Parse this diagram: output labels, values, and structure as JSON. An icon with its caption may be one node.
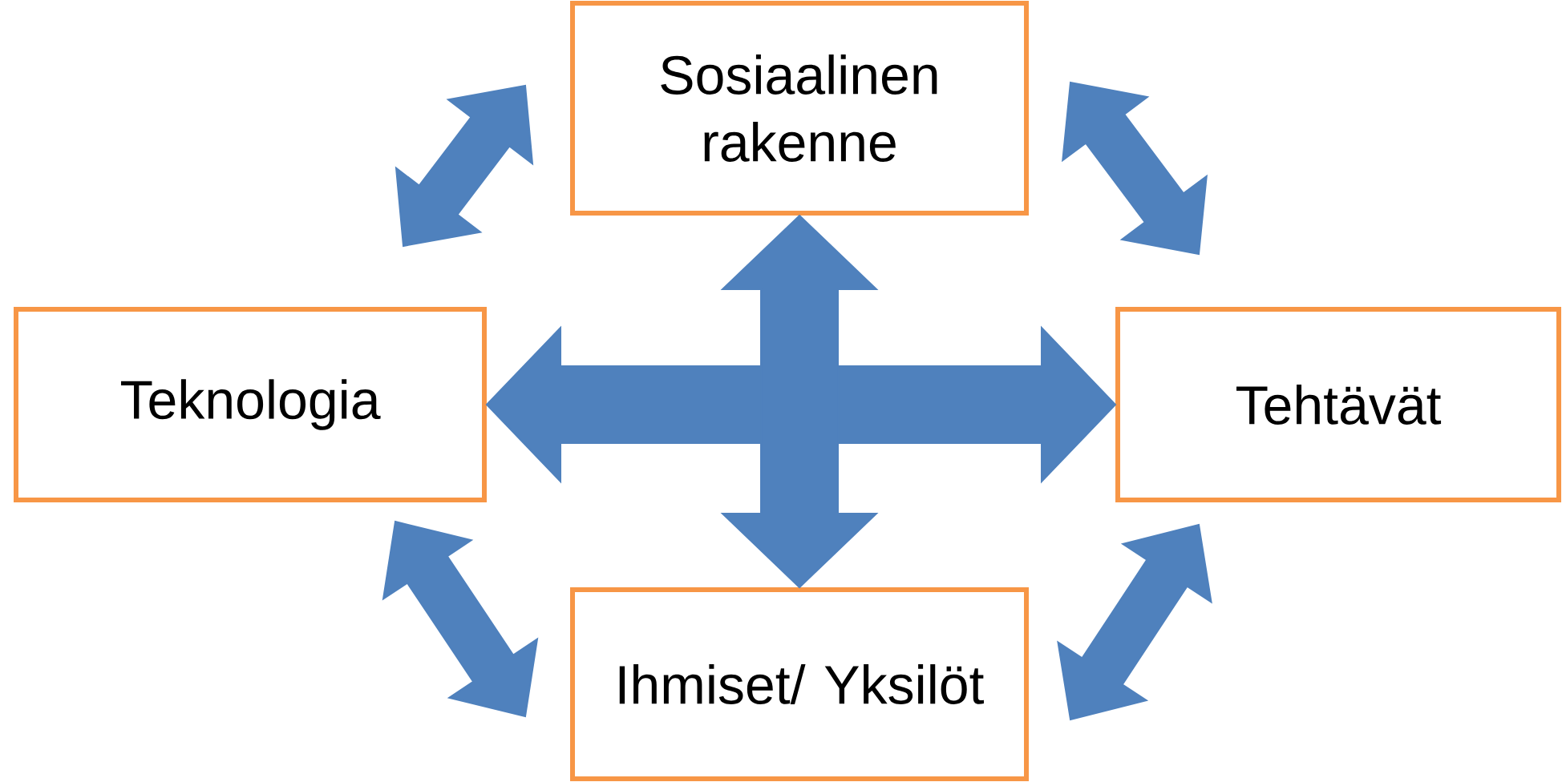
{
  "diagram": {
    "nodes": [
      {
        "text": [
          "Sosiaalinen rakenne"
        ]
      },
      {
        "text": [
          "Teknologia"
        ]
      },
      {
        "text": [
          "Tehtävät"
        ]
      },
      {
        "text": [
          "Ihmiset/ Yksilöt"
        ]
      }
    ],
    "edges": [
      {
        "from": 1,
        "to": 0,
        "arrow": "both"
      },
      {
        "from": 0,
        "to": 2,
        "arrow": "both"
      },
      {
        "from": 1,
        "to": 2,
        "arrow": "both",
        "style": "thick"
      },
      {
        "from": 0,
        "to": 3,
        "arrow": "both",
        "style": "thick"
      },
      {
        "from": 1,
        "to": 3,
        "arrow": "both"
      },
      {
        "from": 2,
        "to": 3,
        "arrow": "both"
      }
    ]
  }
}
